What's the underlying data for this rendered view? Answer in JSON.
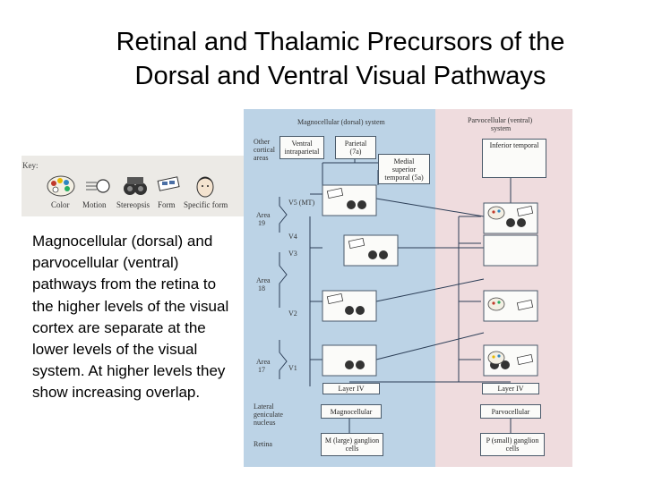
{
  "title": {
    "line1": "Retinal and Thalamic Precursors of the",
    "line2": "Dorsal and Ventral Visual Pathways"
  },
  "description": "Magnocellular (dorsal) and parvocellular (ventral) pathways from the retina to the higher levels of the visual cortex are separate at the lower levels of the visual system. At higher levels they show increasing overlap.",
  "key": {
    "label": "Key:",
    "items": [
      "Color",
      "Motion",
      "Stereopsis",
      "Form",
      "Specific form"
    ]
  },
  "figure": {
    "dorsal_header": "Magnocellular (dorsal) system",
    "ventral_header_1": "Parvocellular (ventral)",
    "ventral_header_2": "system",
    "other_cortical_1": "Other",
    "other_cortical_2": "cortical",
    "other_cortical_3": "areas",
    "ventral_intraparietal_1": "Ventral",
    "ventral_intraparietal_2": "intraparietal",
    "parietal_1": "Parietal",
    "parietal_2": "(7a)",
    "mst_1": "Medial",
    "mst_2": "superior",
    "mst_3": "temporal (5a)",
    "inferior_temporal": "Inferior temporal",
    "area19_1": "Area",
    "area19_2": "19",
    "area18_1": "Area",
    "area18_2": "18",
    "area17_1": "Area",
    "area17_2": "17",
    "v5": "V5 (MT)",
    "v4": "V4",
    "v3": "V3",
    "v2": "V2",
    "v1": "V1",
    "layer_iv_left": "Layer IV",
    "layer_iv_right": "Layer IV",
    "lgn_1": "Lateral",
    "lgn_2": "geniculate",
    "lgn_3": "nucleus",
    "magnocellular": "Magnocellular",
    "parvocellular": "Parvocellular",
    "retina": "Retina",
    "m_ganglion_1": "M (large) ganglion",
    "m_ganglion_2": "cells",
    "p_ganglion_1": "P (small) ganglion",
    "p_ganglion_2": "cells"
  },
  "colors": {
    "dorsal_bg": "#bcd3e6",
    "ventral_bg": "#efdcde",
    "key_bg": "#eceae6",
    "line": "#2c3e57"
  }
}
